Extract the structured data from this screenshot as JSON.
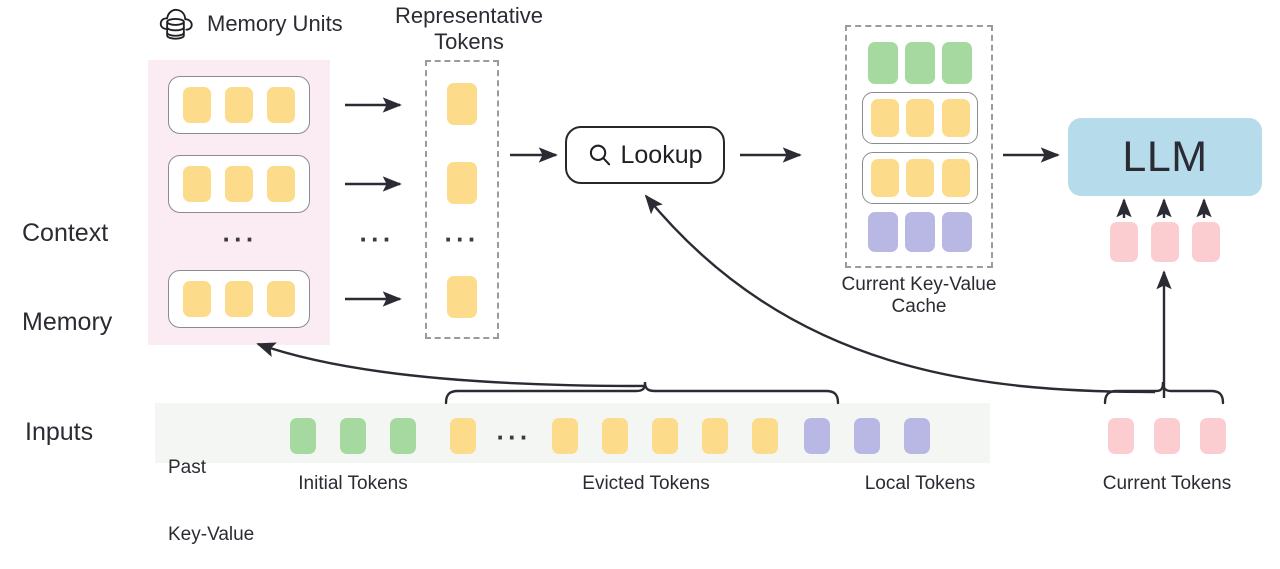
{
  "diagram": {
    "title": "Context Memory LLM inference pipeline",
    "colors": {
      "token_yellow": "#fcdc8a",
      "token_green": "#a5d9a0",
      "token_purple": "#b9b8e4",
      "token_pink": "#fccdd0",
      "llm_box": "#b6dbeb",
      "context_panel": "#fbecf4",
      "inputs_strip": "#f4f6f4",
      "stroke": "#2b2b33",
      "dashed_border": "#9a9a9f"
    }
  },
  "labels": {
    "memory_units": "Memory Units",
    "representative_tokens_line1": "Representative",
    "representative_tokens_line2": "Tokens",
    "context_memory_line1": "Context",
    "context_memory_line2": "Memory",
    "inputs": "Inputs",
    "past_key_value_line1": "Past",
    "past_key_value_line2": "Key-Value",
    "lookup": "Lookup",
    "llm": "LLM",
    "current_kv_cache_line1": "Current Key-Value",
    "current_kv_cache_line2": "Cache",
    "initial_tokens": "Initial Tokens",
    "evicted_tokens": "Evicted Tokens",
    "local_tokens": "Local Tokens",
    "current_tokens": "Current Tokens",
    "ellipsis": "···"
  },
  "icons": {
    "memory_units": "cloud-database-icon",
    "lookup": "magnifier-icon"
  },
  "context_memory": {
    "unit_count_shown": 3,
    "tokens_per_unit": 3,
    "token_color": "token_yellow",
    "has_ellipsis_between_units": true
  },
  "representative_tokens": {
    "tokens_shown": 3,
    "token_color": "token_yellow",
    "has_ellipsis": true,
    "arrows_from_memory_units": 3
  },
  "current_kv_cache": {
    "rows": [
      {
        "name": "initial",
        "color": "token_green",
        "count": 3,
        "boxed": false
      },
      {
        "name": "retrieved-unit-1",
        "color": "token_yellow",
        "count": 3,
        "boxed": true
      },
      {
        "name": "retrieved-unit-2",
        "color": "token_yellow",
        "count": 3,
        "boxed": true
      },
      {
        "name": "local",
        "color": "token_purple",
        "count": 3,
        "boxed": false
      }
    ]
  },
  "llm_inputs": {
    "token_count": 3,
    "token_color": "token_pink",
    "arrow_count": 3
  },
  "inputs_sequence": [
    {
      "name": "initial",
      "color": "token_green",
      "count": 3
    },
    {
      "name": "evicted-head",
      "color": "token_yellow",
      "count": 1
    },
    {
      "name": "ellipsis",
      "color": null,
      "count": 1
    },
    {
      "name": "evicted-tail",
      "color": "token_yellow",
      "count": 5
    },
    {
      "name": "local",
      "color": "token_purple",
      "count": 3
    }
  ],
  "current_tokens_group": {
    "color": "token_pink",
    "count": 3
  },
  "flows": [
    {
      "from": "memory-unit-1",
      "to": "representative-token-1",
      "style": "straight-arrow"
    },
    {
      "from": "memory-unit-2",
      "to": "representative-token-2",
      "style": "straight-arrow"
    },
    {
      "from": "memory-unit-3",
      "to": "representative-token-3",
      "style": "straight-arrow"
    },
    {
      "from": "representative-tokens",
      "to": "lookup",
      "style": "straight-arrow"
    },
    {
      "from": "lookup",
      "to": "current-kv-cache",
      "style": "straight-arrow"
    },
    {
      "from": "current-kv-cache",
      "to": "llm",
      "style": "straight-arrow"
    },
    {
      "from": "evicted-tokens-brace",
      "to": "context-memory",
      "style": "curved-arrow"
    },
    {
      "from": "current-tokens-brace",
      "to": "lookup",
      "style": "curved-arrow"
    },
    {
      "from": "current-tokens-brace",
      "to": "llm-input-tokens",
      "style": "straight-arrow-up"
    }
  ]
}
